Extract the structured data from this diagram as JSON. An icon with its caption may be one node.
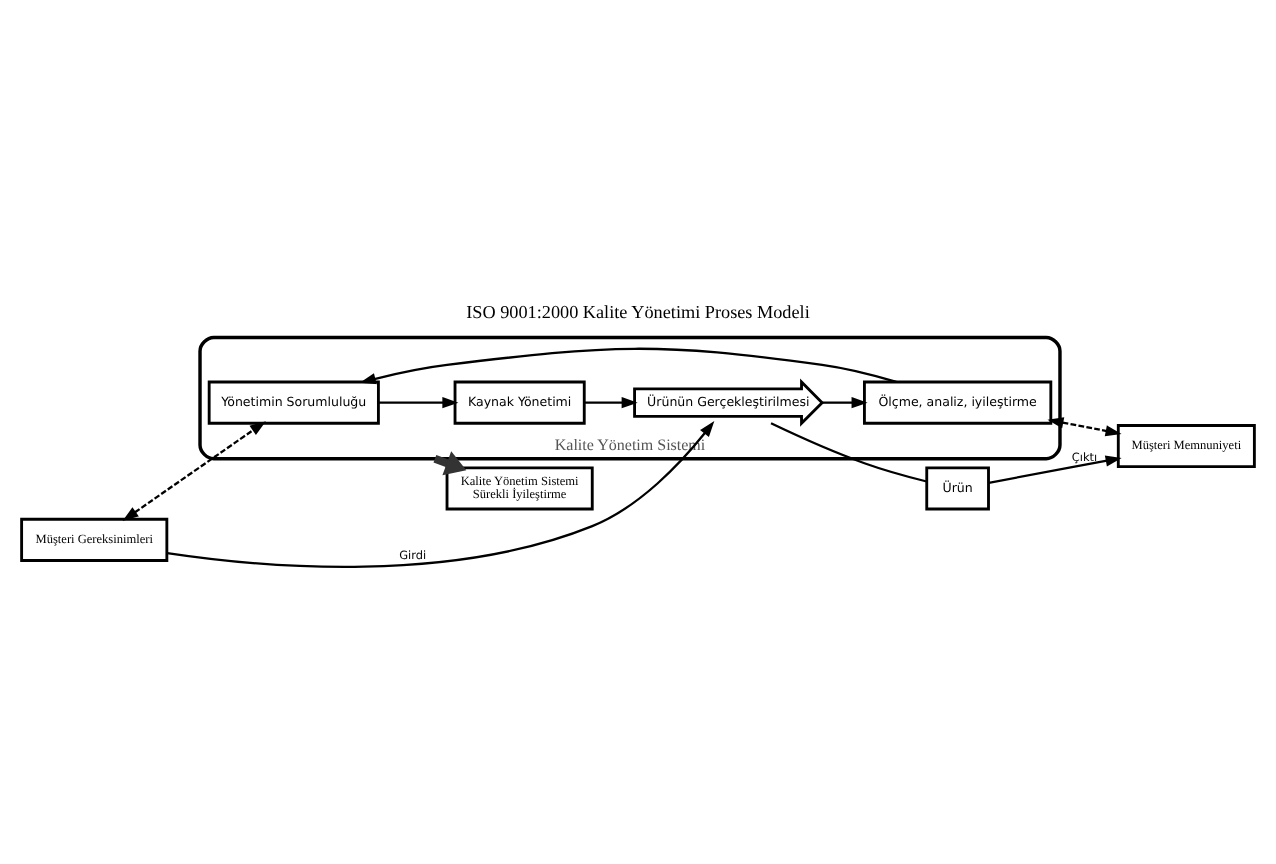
{
  "diagram": {
    "title": "ISO 9001:2000 Kalite Yönetimi Proses Modeli",
    "nodes": [
      {
        "text": [
          "Kalite Yönetim Sistemi",
          "Sürekli İyileştirme"
        ]
      },
      {
        "text": [
          "Müşteri Gereksinimleri"
        ]
      },
      {
        "text": [
          "Kalite Yönetim Sistemi"
        ]
      },
      {
        "text": [
          "Yönetimin Sorumluluğu"
        ],
        "in": 2
      },
      {
        "text": [
          "Kaynak Yönetimi"
        ],
        "in": 2
      },
      {
        "text": [
          "Ölçme, analiz, iyileştirme"
        ],
        "in": 2
      },
      {
        "text": [
          "Ürünün Gerçekleştirilmesi"
        ],
        "in": 2
      },
      {
        "text": [
          "Ürün"
        ]
      },
      {
        "text": [
          "Müşteri Memnuniyeti"
        ]
      }
    ],
    "edges": [
      {
        "from": 1,
        "to": 3,
        "arrow": "both",
        "style": "dashed"
      },
      {
        "from": 3,
        "to": 4,
        "arrow": "to"
      },
      {
        "from": 4,
        "to": 6,
        "arrow": "to"
      },
      {
        "from": 1,
        "to": 6,
        "arrow": "to",
        "label": "Girdi"
      },
      {
        "from": 6,
        "to": 5,
        "arrow": "to"
      },
      {
        "from": 5,
        "to": 3,
        "arrow": "to"
      },
      {
        "from": 5,
        "to": 8,
        "arrow": "both",
        "style": "dashed"
      },
      {
        "from": 6,
        "to": 7,
        "arrow": "none"
      },
      {
        "from": 7,
        "to": 8,
        "arrow": "to",
        "label": "Çıktı"
      },
      {
        "from": 2,
        "to": 0,
        "arrow": "to",
        "style": "thick",
        "color": "#333333"
      }
    ]
  }
}
